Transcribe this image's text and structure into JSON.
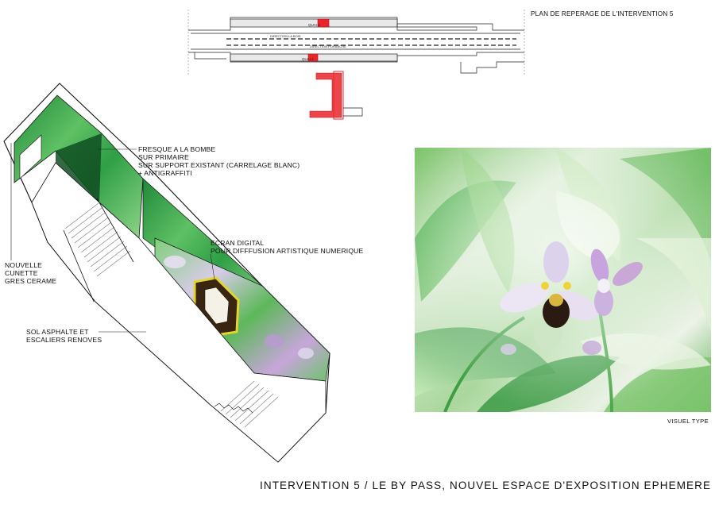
{
  "plan": {
    "title": "PLAN DE REPERAGE DE L'INTERVENTION 5",
    "quai_2": "QUAI 2",
    "quai_1": "QUAI 1",
    "direction_upper": "DIRECTION LA BOIS",
    "direction_lower": "DIRECTION PORANCHE"
  },
  "annotations": {
    "fresque": [
      "FRESQUE A LA BOMBE",
      "SUR PRIMAIRE",
      "SUR SUPPORT EXISTANT (CARRELAGE BLANC)",
      "+ ANTIGRAFFITI"
    ],
    "ecran": [
      "ECRAN DIGITAL",
      "POUR DIFFFUSION ARTISTIQUE NUMERIQUE"
    ],
    "cunette": [
      "NOUVELLE",
      "CUNETTE",
      "GRES CERAME"
    ],
    "sol": [
      "SOL ASPHALTE ET",
      "ESCALIERS RENOVES"
    ]
  },
  "visual_caption": "VISUEL TYPE",
  "main_title": "INTERVENTION 5 / LE BY PASS, NOUVEL ESPACE D'EXPOSITION EPHEMERE",
  "colors": {
    "highlight_red": "#e8262b",
    "leaf_green": "#4fb84a",
    "petal_lilac": "#c9a8d8",
    "ink": "#111111"
  }
}
